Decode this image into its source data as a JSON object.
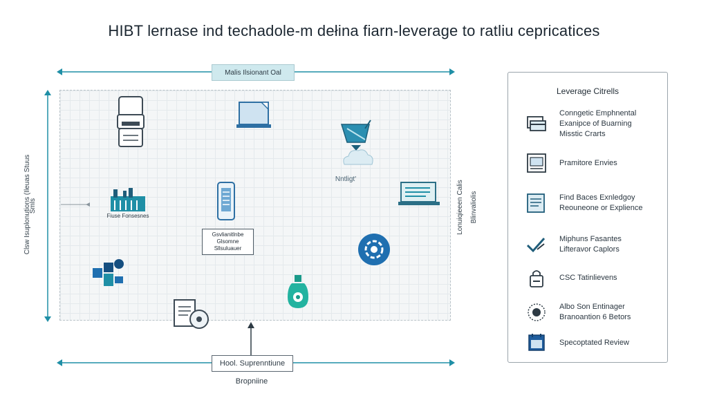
{
  "title": "HIBT lernase ind techadole-m dełina fiarn-leverage to ratliu cepricatices",
  "diagram": {
    "top_label": "Malis Ilsionant Oal",
    "left_label": "Clsw Isuplonutions (Ileuas Stuus",
    "left_label_2": "Smls",
    "right_label": "Lonuiqieeen Calis",
    "right_label_2": "Blinvaliolis",
    "node_factory_label": "Fiuse Fonsesnes",
    "node_cloud_label": "Nntligt'",
    "node_phone_box": "Gsvlianitlnbe\nGlsomne\nSllsuluauer",
    "bottom_label": "Hool. Suprenntiune",
    "bottom_caption": "Bropniine",
    "accent": "#1f8fa6",
    "icon_blue": "#2d7fb8"
  },
  "panel": {
    "title": "Leverage Citrells",
    "items": [
      {
        "icon": "payment-cards-icon",
        "text": "Conngetic Emphnental\nExanipce of Buarning\nMisstic Crarts"
      },
      {
        "icon": "browser-window-icon",
        "text": "Pramitore Envies"
      },
      {
        "icon": "document-chart-icon",
        "text": "Find Baces Exnledgoy\nReouneone or Explience"
      },
      {
        "icon": "checkmark-tools-icon",
        "text": "Miphuns Fasantes\nLifteravor Caplors"
      },
      {
        "icon": "lock-icon",
        "text": "CSC Tatinlievens"
      },
      {
        "icon": "sunburst-icon",
        "text": "Albo Son Entinager\nBranoantion 6 Betors"
      },
      {
        "icon": "calendar-icon",
        "text": "Specoptated Review"
      }
    ]
  }
}
